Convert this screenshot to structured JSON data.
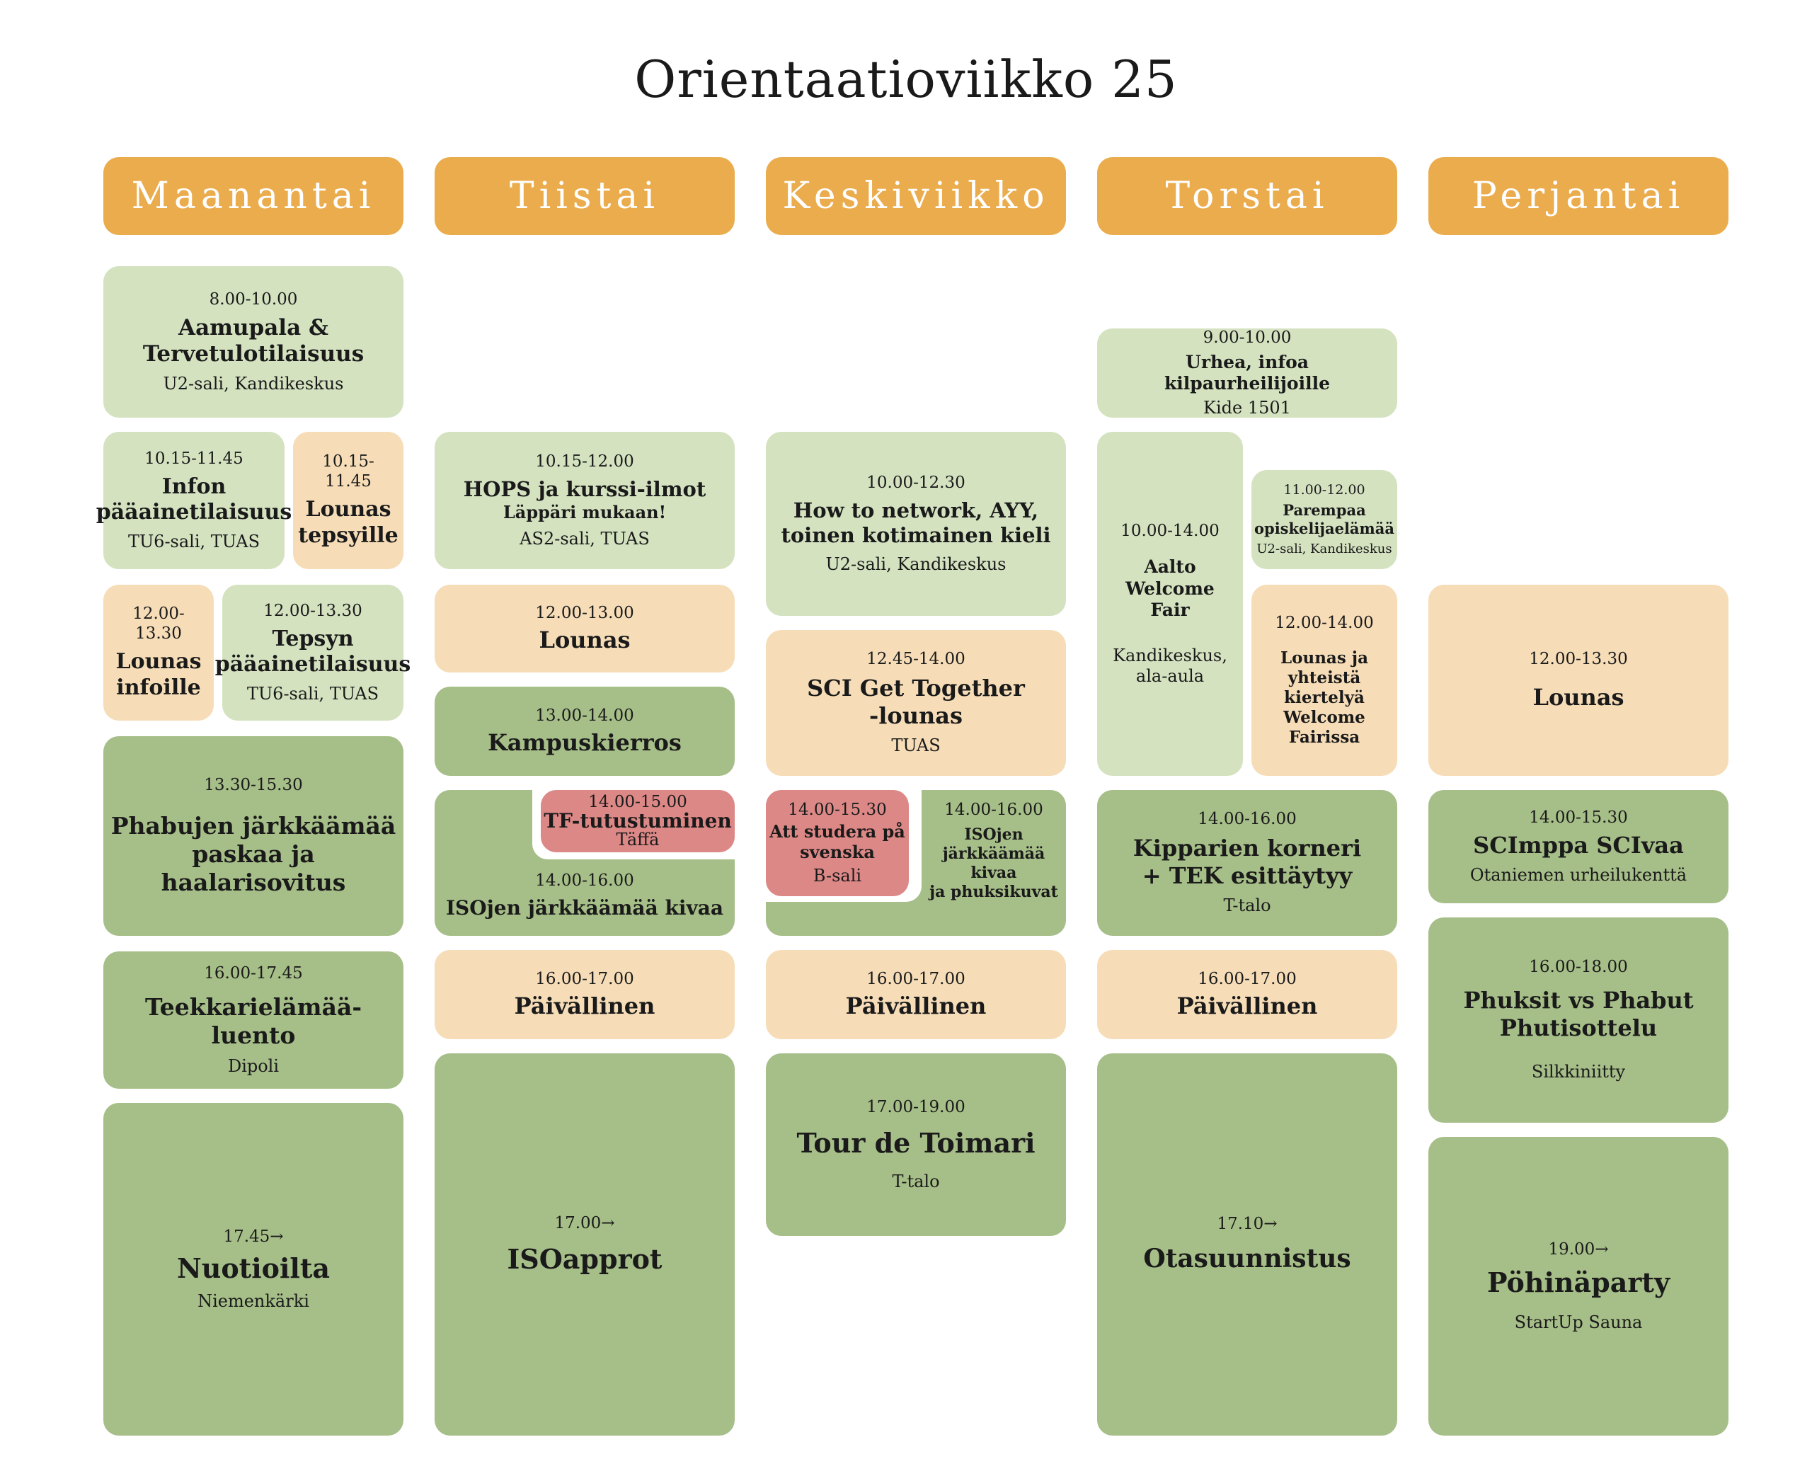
{
  "title": "Orientaatioviikko 25",
  "days": [
    "Maanantai",
    "Tiistai",
    "Keskiviikko",
    "Torstai",
    "Perjantai"
  ],
  "mon": {
    "e1": {
      "time": "8.00-10.00",
      "name": "Aamupala &\nTervetulotilaisuus",
      "loc": "U2-sali, Kandikeskus"
    },
    "e2": {
      "time": "10.15-11.45",
      "name": "Infon\npääainetilaisuus",
      "loc": "TU6-sali, TUAS"
    },
    "e3": {
      "time": "10.15-11.45",
      "name": "Lounas\ntepsyille"
    },
    "e4": {
      "time": "12.00-13.30",
      "name": "Lounas\ninfoille"
    },
    "e5": {
      "time": "12.00-13.30",
      "name": "Tepsyn\npääainetilaisuus",
      "loc": "TU6-sali, TUAS"
    },
    "e6": {
      "time": "13.30-15.30",
      "name": "Phabujen järkkäämää\npaskaa ja haalarisovitus"
    },
    "e7": {
      "time": "16.00-17.45",
      "name": "Teekkarielämää-luento",
      "loc": "Dipoli"
    },
    "e8": {
      "time": "17.45→",
      "name": "Nuotioilta",
      "loc": "Niemenkärki"
    }
  },
  "tue": {
    "e1": {
      "time": "10.15-12.00",
      "name": "HOPS ja kurssi-ilmot",
      "note": "Läppäri mukaan!",
      "loc": "AS2-sali, TUAS"
    },
    "e2": {
      "time": "12.00-13.00",
      "name": "Lounas"
    },
    "e3": {
      "time": "13.00-14.00",
      "name": "Kampuskierros"
    },
    "e4": {
      "time": "14.00-15.00",
      "name": "TF-tutustuminen",
      "loc": "Täffä"
    },
    "e5": {
      "time": "14.00-16.00",
      "name": "ISOjen järkkäämää kivaa"
    },
    "e6": {
      "time": "16.00-17.00",
      "name": "Päivällinen"
    },
    "e7": {
      "time": "17.00→",
      "name": "ISOapprot"
    }
  },
  "wed": {
    "e1": {
      "time": "10.00-12.30",
      "name": "How to network, AYY,\ntoinen kotimainen kieli",
      "loc": "U2-sali, Kandikeskus"
    },
    "e2": {
      "time": "12.45-14.00",
      "name": "SCI Get Together\n-lounas",
      "loc": "TUAS"
    },
    "e3": {
      "time": "14.00-15.30",
      "name": "Att studera på\nsvenska",
      "loc": "B-sali"
    },
    "e4": {
      "time": "14.00-16.00",
      "name": "ISOjen\njärkkäämää kivaa\nja phuksikuvat"
    },
    "e5": {
      "time": "16.00-17.00",
      "name": "Päivällinen"
    },
    "e6": {
      "time": "17.00-19.00",
      "name": "Tour de Toimari",
      "loc": "T-talo"
    }
  },
  "thu": {
    "e1": {
      "time": "9.00-10.00",
      "name": "Urhea, infoa kilpaurheilijoille",
      "loc": "Kide 1501"
    },
    "e2": {
      "time": "10.00-14.00",
      "name": "Aalto\nWelcome Fair",
      "loc": "Kandikeskus,\nala-aula"
    },
    "e3": {
      "time": "11.00-12.00",
      "name": "Parempaa\nopiskelijaelämää",
      "loc": "U2-sali, Kandikeskus"
    },
    "e4": {
      "time": "12.00-14.00",
      "name": "Lounas ja\nyhteistä kiertelyä\nWelcome Fairissa"
    },
    "e5": {
      "time": "14.00-16.00",
      "name": "Kipparien korneri\n+ TEK esittäytyy",
      "loc": "T-talo"
    },
    "e6": {
      "time": "16.00-17.00",
      "name": "Päivällinen"
    },
    "e7": {
      "time": "17.10→",
      "name": "Otasuunnistus"
    }
  },
  "fri": {
    "e1": {
      "time": "12.00-13.30",
      "name": "Lounas"
    },
    "e2": {
      "time": "14.00-15.30",
      "name": "SCImppa SCIvaa",
      "loc": "Otaniemen urheilukenttä"
    },
    "e3": {
      "time": "16.00-18.00",
      "name": "Phuksit vs Phabut\nPhutisottelu",
      "loc": "Silkkiniitty"
    },
    "e4": {
      "time": "19.00→",
      "name": "Pöhinäparty",
      "loc": "StartUp Sauna"
    }
  },
  "colors": {
    "header": "#EAAC4C",
    "light_green": "#D4E2C0",
    "dark_green": "#A6BE88",
    "peach": "#F6DDB8",
    "red": "#DC8886"
  }
}
